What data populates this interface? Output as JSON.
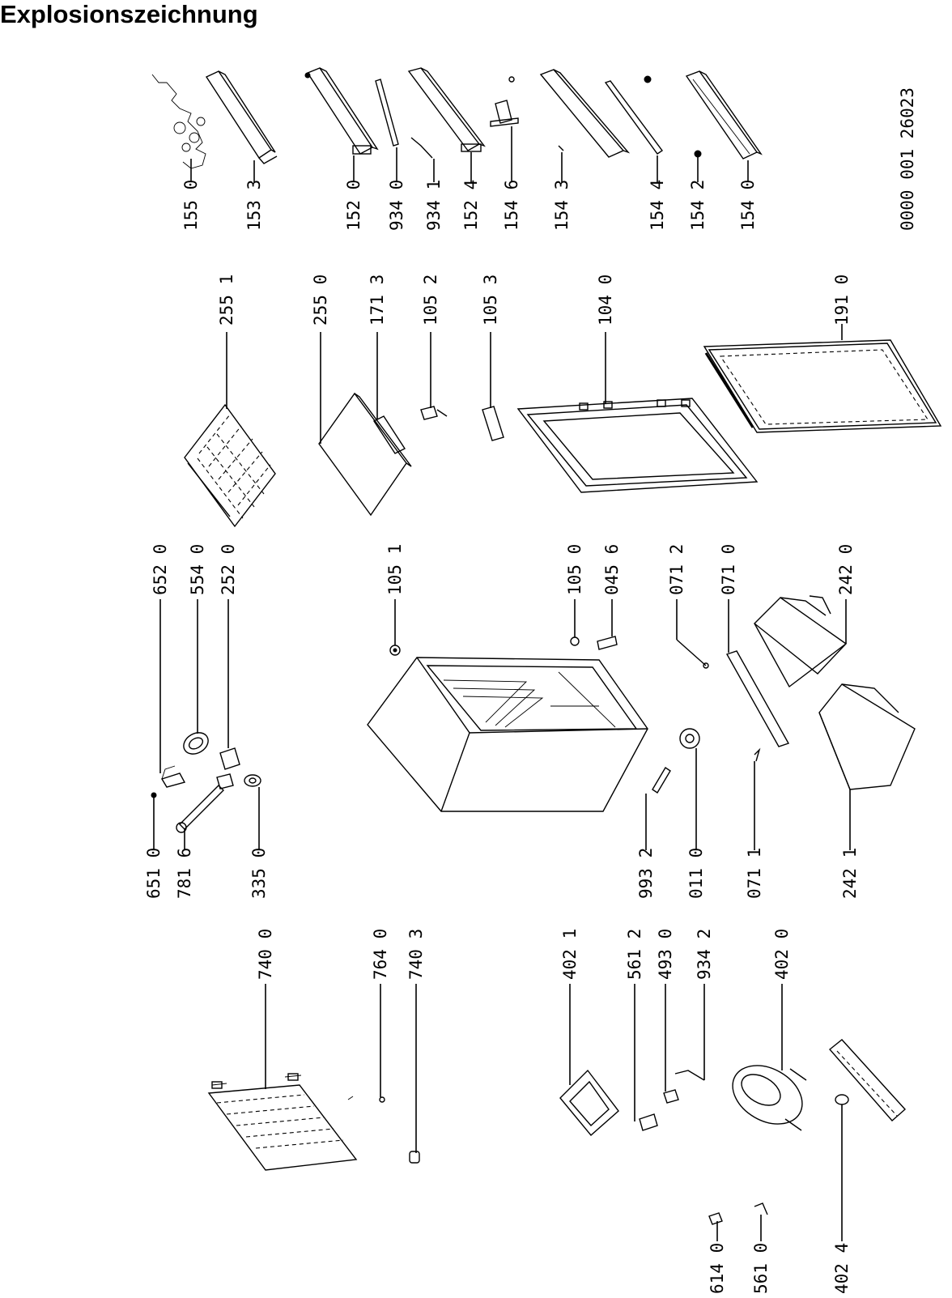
{
  "title": "Explosionszeichnung",
  "drawing_number": "0000 001 26023",
  "labels": {
    "p155_0": "155 0",
    "p153_3": "153 3",
    "p152_0": "152 0",
    "p934_0": "934 0",
    "p934_1": "934 1",
    "p152_4": "152 4",
    "p154_6": "154 6",
    "p154_3": "154 3",
    "p154_4": "154 4",
    "p154_2": "154 2",
    "p154_0": "154 0",
    "p255_1": "255 1",
    "p255_0": "255 0",
    "p171_3": "171 3",
    "p105_2": "105 2",
    "p105_3": "105 3",
    "p104_0": "104 0",
    "p191_0": "191 0",
    "p652_0": "652 0",
    "p554_0": "554 0",
    "p252_0": "252 0",
    "p105_1": "105 1",
    "p105_0": "105 0",
    "p045_6": "045 6",
    "p071_2": "071 2",
    "p071_0": "071 0",
    "p242_0": "242 0",
    "p651_0": "651 0",
    "p781_6": "781 6",
    "p335_0": "335 0",
    "p993_2": "993 2",
    "p011_0": "011 0",
    "p071_1": "071 1",
    "p242_1": "242 1",
    "p740_0": "740 0",
    "p764_0": "764 0",
    "p740_3": "740 3",
    "p402_1": "402 1",
    "p561_2": "561 2",
    "p493_0": "493 0",
    "p934_2": "934 2",
    "p402_0": "402 0",
    "p614_0": "614 0",
    "p561_0": "561 0",
    "p402_4": "402 4"
  }
}
